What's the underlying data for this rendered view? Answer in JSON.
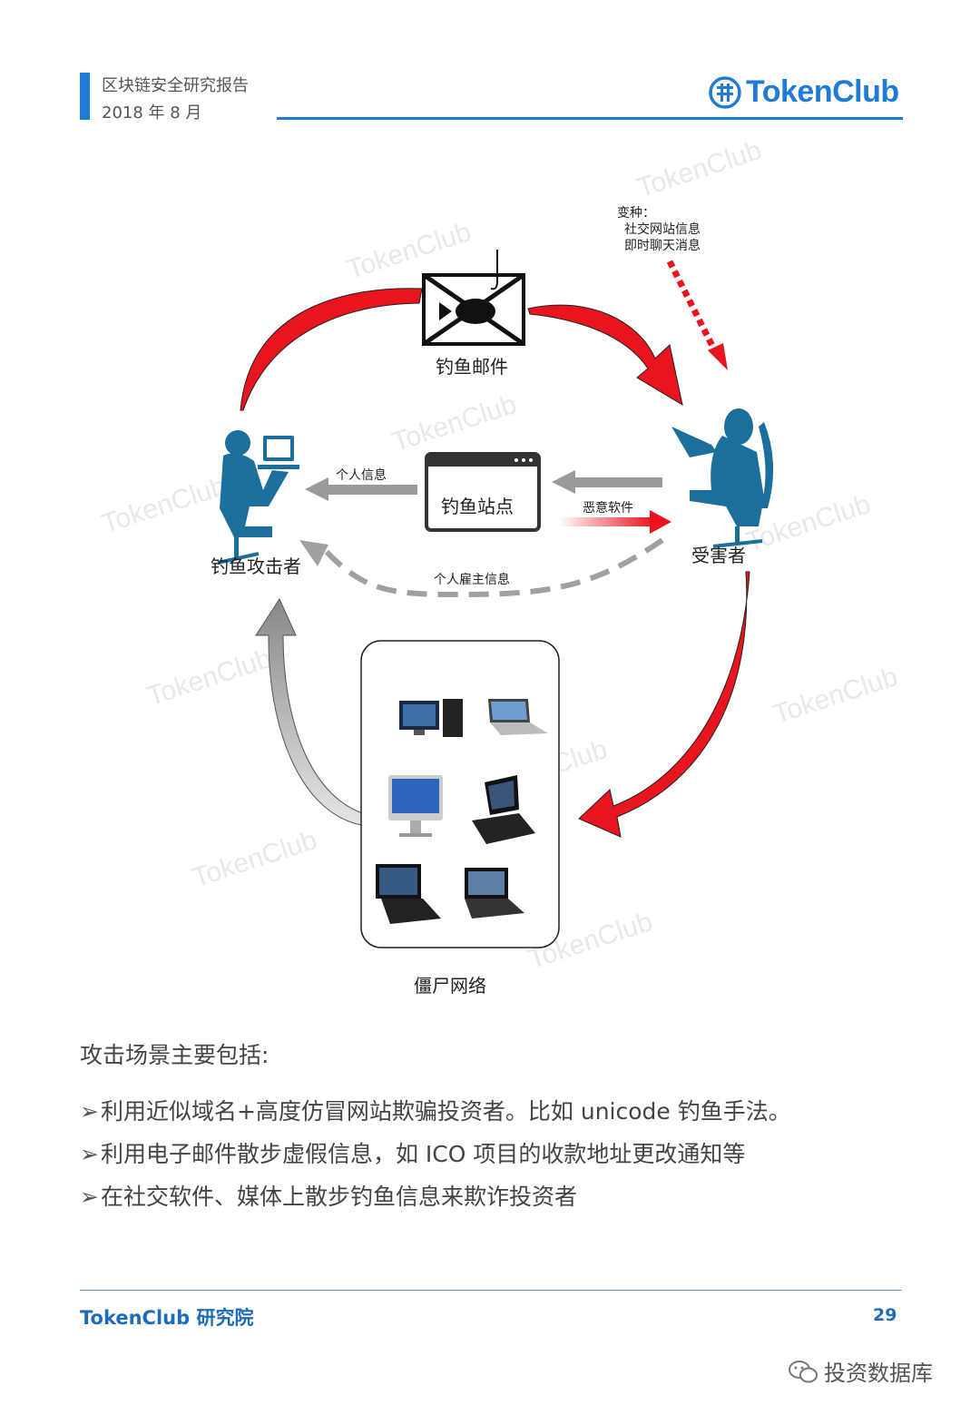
{
  "header": {
    "report_title": "区块链安全研究报告",
    "report_date": "2018 年 8 月",
    "brand": "TokenClub"
  },
  "diagram": {
    "phishing_mail": "钓鱼邮件",
    "variant_title": "变种：",
    "variant_line1": "社交网站信息",
    "variant_line2": "即时聊天消息",
    "attacker": "钓鱼攻击者",
    "victim": "受害者",
    "phishing_site": "钓鱼站点",
    "personal_info": "个人信息",
    "malware": "恶意软件",
    "employer_info": "个人雇主信息",
    "botnet": "僵尸网络",
    "watermark": "TokenClub"
  },
  "content": {
    "intro": "攻击场景主要包括:",
    "bullet_mark": "➢",
    "bullets": [
      "利用近似域名+高度仿冒网站欺骗投资者。比如 unicode 钓鱼手法。",
      "利用电子邮件散步虚假信息，如 ICO 项目的收款地址更改通知等",
      "在社交软件、媒体上散步钓鱼信息来欺诈投资者"
    ]
  },
  "footer": {
    "org": "TokenClub 研究院",
    "page_number": "29",
    "wechat_account": "投资数据库"
  },
  "colors": {
    "brand_blue": "#1e7bd8",
    "arrow_red": "#e8141e",
    "arrow_gray": "#9a9a9a",
    "figure_blue": "#1c6f9c"
  }
}
